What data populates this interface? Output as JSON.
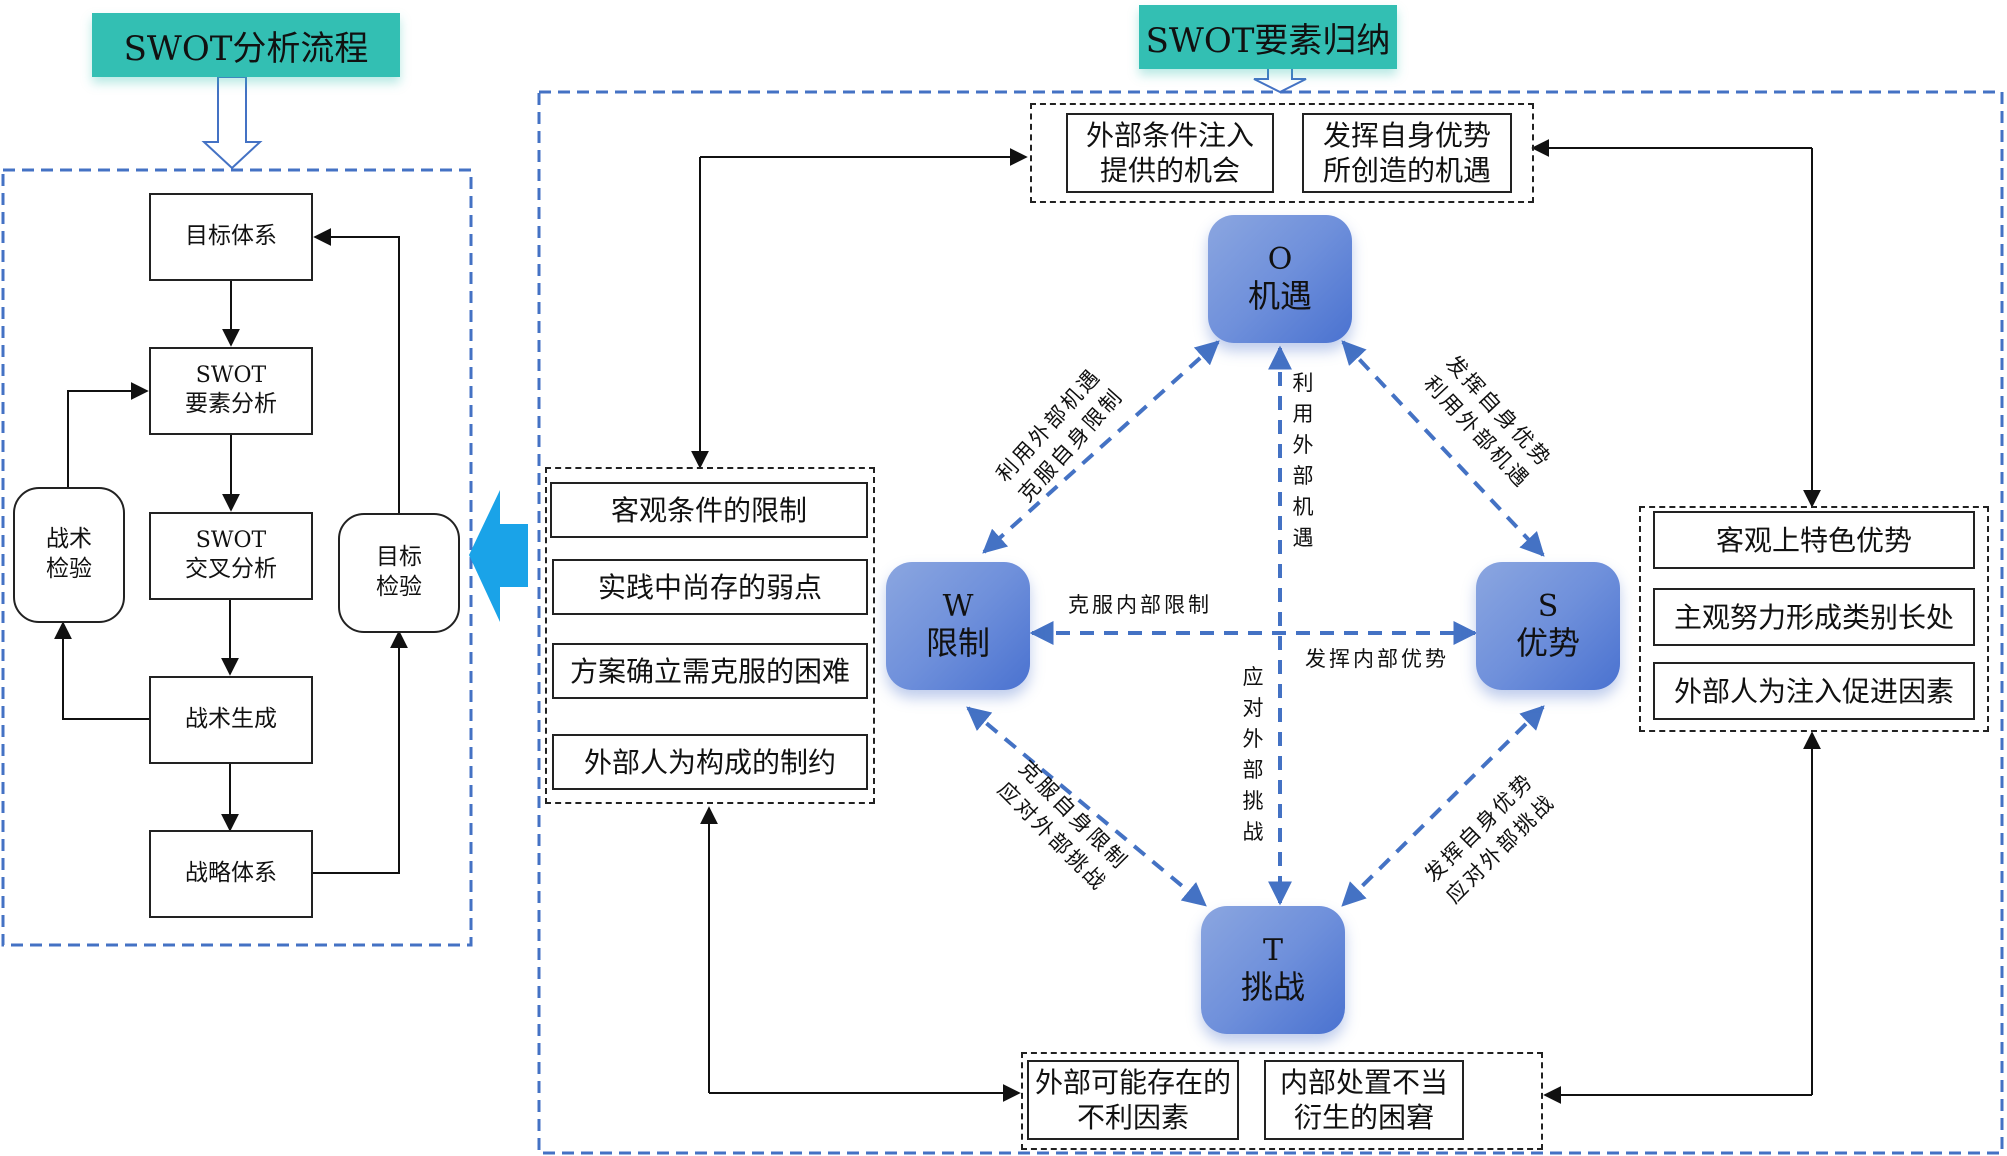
{
  "left_panel": {
    "title": "SWOT分析流程",
    "boxes": {
      "goal_system": "目标体系",
      "swot_factor": {
        "en": "SWOT",
        "zh": "要素分析"
      },
      "swot_cross": {
        "en": "SWOT",
        "zh": "交叉分析"
      },
      "tactic_gen": "战术生成",
      "strategy_system": "战略体系",
      "tactic_check": {
        "line1": "战术",
        "line2": "检验"
      },
      "goal_check": {
        "line1": "目标",
        "line2": "检验"
      }
    }
  },
  "right_panel": {
    "title": "SWOT要素归纳",
    "nodes": {
      "o": {
        "letter": "O",
        "word": "机遇"
      },
      "w": {
        "letter": "W",
        "word": "限制"
      },
      "s": {
        "letter": "S",
        "word": "优势"
      },
      "t": {
        "letter": "T",
        "word": "挑战"
      }
    },
    "opportunity_items": [
      {
        "line1": "外部条件注入",
        "line2": "提供的机会"
      },
      {
        "line1": "发挥自身优势",
        "line2": "所创造的机遇"
      }
    ],
    "weakness_items": [
      "客观条件的限制",
      "实践中尚存的弱点",
      "方案确立需克服的困难",
      "外部人为构成的制约"
    ],
    "strength_items": [
      "客观上特色优势",
      "主观努力形成类别长处",
      "外部人为注入促进因素"
    ],
    "threat_items": [
      {
        "line1": "外部可能存在的",
        "line2": "不利因素"
      },
      {
        "line1": "内部处置不当",
        "line2": "衍生的困窘"
      }
    ],
    "edge_labels": {
      "ow": {
        "line1": "利用外部机遇",
        "line2": "克服自身限制"
      },
      "os": {
        "line1": "发挥自身优势",
        "line2": "利用外部机遇"
      },
      "wt": {
        "line1": "克服自身限制",
        "line2": "应对外部挑战"
      },
      "st": {
        "line1": "发挥自身优势",
        "line2": "应对外部挑战"
      },
      "o_vertical": "利用外部机遇",
      "t_vertical": "应对外部挑战",
      "w_horizontal": "克服内部限制",
      "s_horizontal": "发挥内部优势"
    }
  },
  "colors": {
    "banner": "#33bfb3",
    "dashed_frame": "#4472c4",
    "node_fill": "#6f90db",
    "big_arrow": "#1aa3e8"
  }
}
